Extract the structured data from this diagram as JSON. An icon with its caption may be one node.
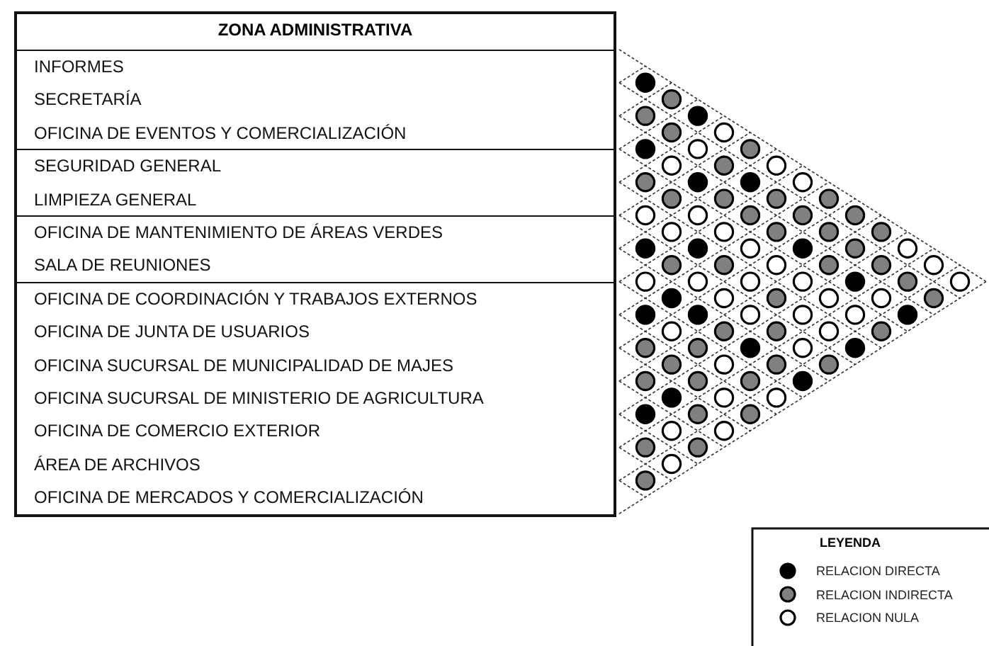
{
  "diagram": {
    "nodes": [
      {
        "text": [
          "ZONA ADMINISTRATIVA"
        ]
      },
      {
        "text": [
          "INFORMES",
          "SECRETARÍA",
          "OFICINA DE EVENTOS Y COMERCIALIZACIÓN"
        ],
        "in": 0
      },
      {
        "text": [
          "SEGURIDAD GENERAL",
          "LIMPIEZA GENERAL"
        ],
        "in": 0
      },
      {
        "text": [
          "OFICINA DE MANTENIMIENTO DE ÁREAS VERDES",
          "SALA DE REUNIONES"
        ],
        "in": 0
      },
      {
        "text": [
          "OFICINA DE COORDINACIÓN  Y TRABAJOS EXTERNOS",
          "OFICINA DE JUNTA DE USUARIOS",
          "OFICINA SUCURSAL DE MUNICIPALIDAD DE MAJES",
          "OFICINA SUCURSAL DE MINISTERIO DE AGRICULTURA",
          "OFICINA DE COMERCIO EXTERIOR",
          "ÁREA DE ARCHIVOS",
          "OFICINA DE MERCADOS Y COMERCIALIZACIÓN"
        ],
        "in": 0
      }
    ],
    "labels": [
      "LEYENDA"
    ],
    "legend": [
      {
        "text": "RELACION DIRECTA",
        "color": "#000000"
      },
      {
        "text": "RELACION INDIRECTA",
        "color": "#808080"
      },
      {
        "text": "RELACION NULA",
        "color": "#ffffff"
      }
    ]
  }
}
